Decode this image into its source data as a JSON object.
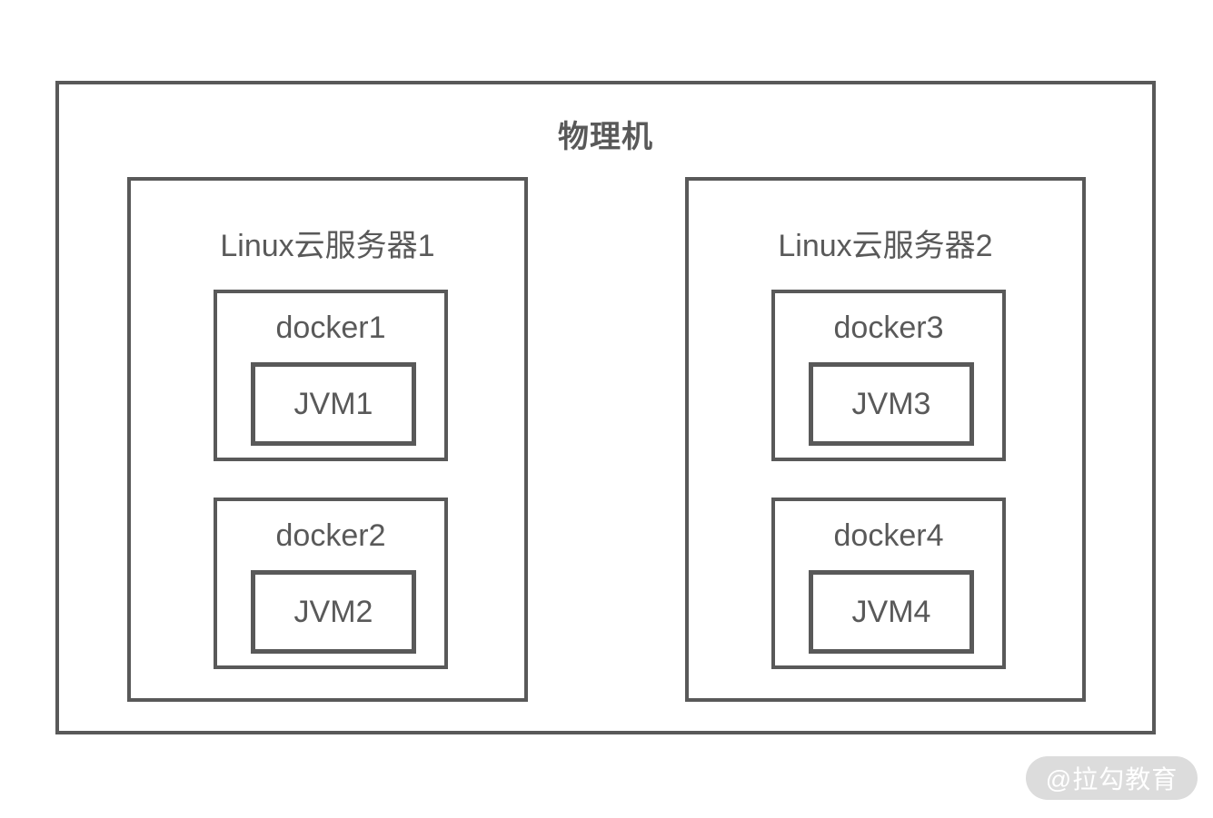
{
  "diagram": {
    "title": "物理机",
    "servers": [
      {
        "label": "Linux云服务器1",
        "containers": [
          {
            "label": "docker1",
            "jvm_label": "JVM1"
          },
          {
            "label": "docker2",
            "jvm_label": "JVM2"
          }
        ]
      },
      {
        "label": "Linux云服务器2",
        "containers": [
          {
            "label": "docker3",
            "jvm_label": "JVM3"
          },
          {
            "label": "docker4",
            "jvm_label": "JVM4"
          }
        ]
      }
    ]
  },
  "watermark": {
    "text": "@拉勾教育"
  },
  "colors": {
    "line": "#595959",
    "text": "#595959",
    "background": "#ffffff",
    "watermark_bg": "#dcdcdc",
    "watermark_text": "#ffffff"
  }
}
